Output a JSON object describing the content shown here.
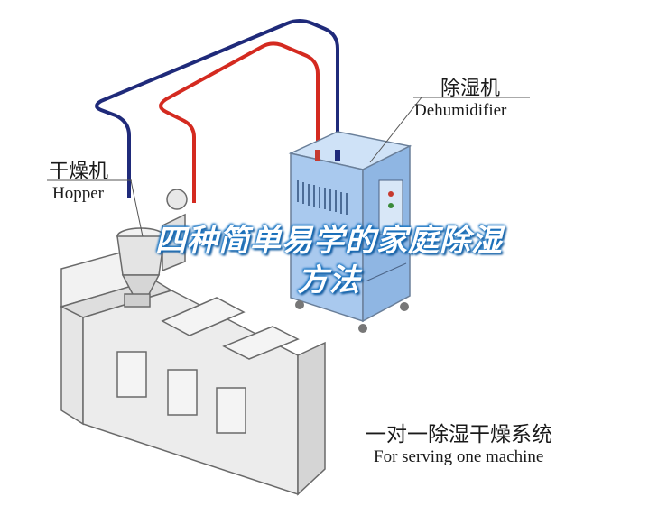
{
  "labels": {
    "dehumidifier_zh": "除湿机",
    "dehumidifier_en": "Dehumidifier",
    "hopper_zh": "干燥机",
    "hopper_en": "Hopper",
    "system_zh": "一对一除湿干燥系统",
    "system_en": "For serving one machine"
  },
  "overlay": {
    "line1": "四种简单易学的家庭除湿",
    "line2": "方法"
  },
  "colors": {
    "hose_blue": "#1f2a7a",
    "hose_red": "#d42a20",
    "dehumidifier_body": "#a9c9ee",
    "machine_body": "#e8e8e8",
    "outline": "#6a6a6a",
    "title_glow": "#1b76c4"
  }
}
